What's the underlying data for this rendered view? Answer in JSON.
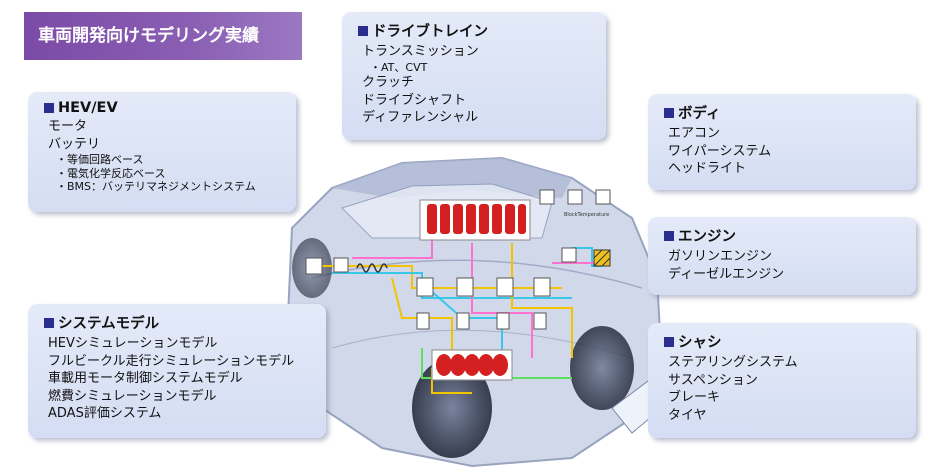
{
  "title": "車両開発向けモデリング実績",
  "boxes": {
    "hev": {
      "title": "HEV/EV",
      "items": [
        "モータ",
        "バッテリ"
      ],
      "subitems": [
        "・等価回路ベース",
        "・電気化学反応ベース",
        "・BMS：バッテリマネジメントシステム"
      ]
    },
    "drive": {
      "title": "ドライブトレイン",
      "items": [
        "トランスミッション",
        "クラッチ",
        "ドライブシャフト",
        "ディファレンシャル"
      ],
      "subitems": [
        "・AT、CVT"
      ]
    },
    "body": {
      "title": "ボディ",
      "items": [
        "エアコン",
        "ワイパーシステム",
        "ヘッドライト"
      ]
    },
    "engine": {
      "title": "エンジン",
      "items": [
        "ガソリンエンジン",
        "ディーゼルエンジン"
      ]
    },
    "system": {
      "title": "システムモデル",
      "items": [
        "HEVシミュレーションモデル",
        "フルビークル走行シミュレーションモデル",
        "車載用モータ制御システムモデル",
        "燃費シミュレーションモデル",
        "ADAS評価システム"
      ]
    },
    "chassis": {
      "title": "シャシ",
      "items": [
        "ステアリングシステム",
        "サスペンション",
        "ブレーキ",
        "タイヤ"
      ]
    }
  },
  "diagram": {
    "label_temperature": "BlockTemperature"
  },
  "colors": {
    "title_bar": "#7b4aa6",
    "box_fill": "#dde4f6",
    "bullet": "#2a2f8f",
    "engine_red": "#d42020"
  }
}
